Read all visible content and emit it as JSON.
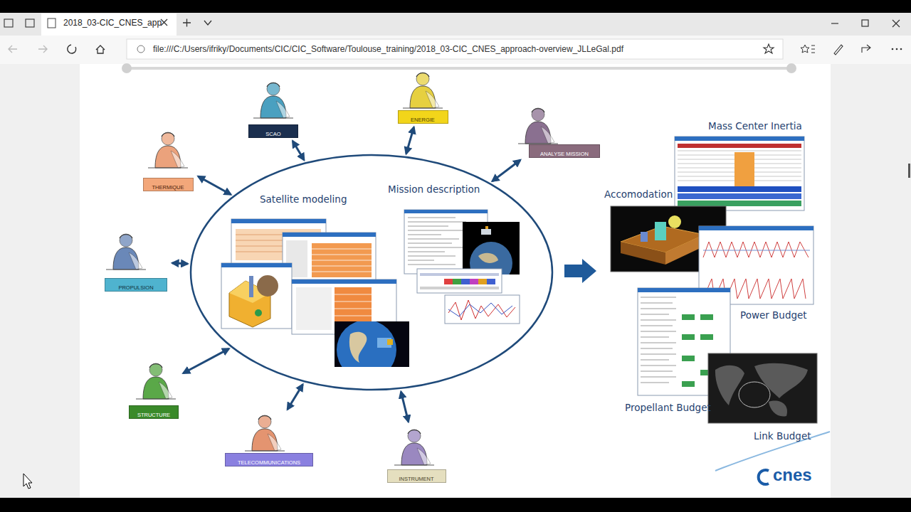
{
  "diagram": {
    "nodes": [
      {
        "text": [
          "SCAO"
        ]
      },
      {
        "text": [
          "ENERGIE"
        ]
      },
      {
        "text": [
          "ANALYSE MISSION"
        ]
      },
      {
        "text": [
          "THERMIQUE"
        ]
      },
      {
        "text": [
          "Satellite modeling",
          "Mission description"
        ]
      },
      {
        "text": [
          "PROPULSION"
        ]
      },
      {
        "text": [
          "STRUCTURE"
        ]
      },
      {
        "text": [
          "TELECOMMUNICATIONS"
        ]
      },
      {
        "text": [
          "INSTRUMENT"
        ]
      }
    ],
    "edges": [
      {
        "from": 0,
        "to": 4,
        "arrow": "both"
      },
      {
        "from": 1,
        "to": 4,
        "arrow": "both"
      },
      {
        "from": 2,
        "to": 4,
        "arrow": "both"
      },
      {
        "from": 3,
        "to": 4,
        "arrow": "both"
      },
      {
        "from": 5,
        "to": 4,
        "arrow": "both"
      },
      {
        "from": 6,
        "to": 4,
        "arrow": "both"
      },
      {
        "from": 7,
        "to": 4,
        "arrow": "both"
      },
      {
        "from": 8,
        "to": 4,
        "arrow": "both"
      }
    ],
    "labels": [
      "2018_03-CIC_CNES_app",
      "file:///C:/Users/ifriky/Documents/CIC/CIC_Software/Toulouse_training/2018_03-CIC_CNES_approach-overview_JLLeGal.pdf",
      "Mass Center Inertia",
      "Accomodation",
      "Power Budget",
      "Propellant Budget",
      "Link Budget",
      "cnes"
    ]
  }
}
